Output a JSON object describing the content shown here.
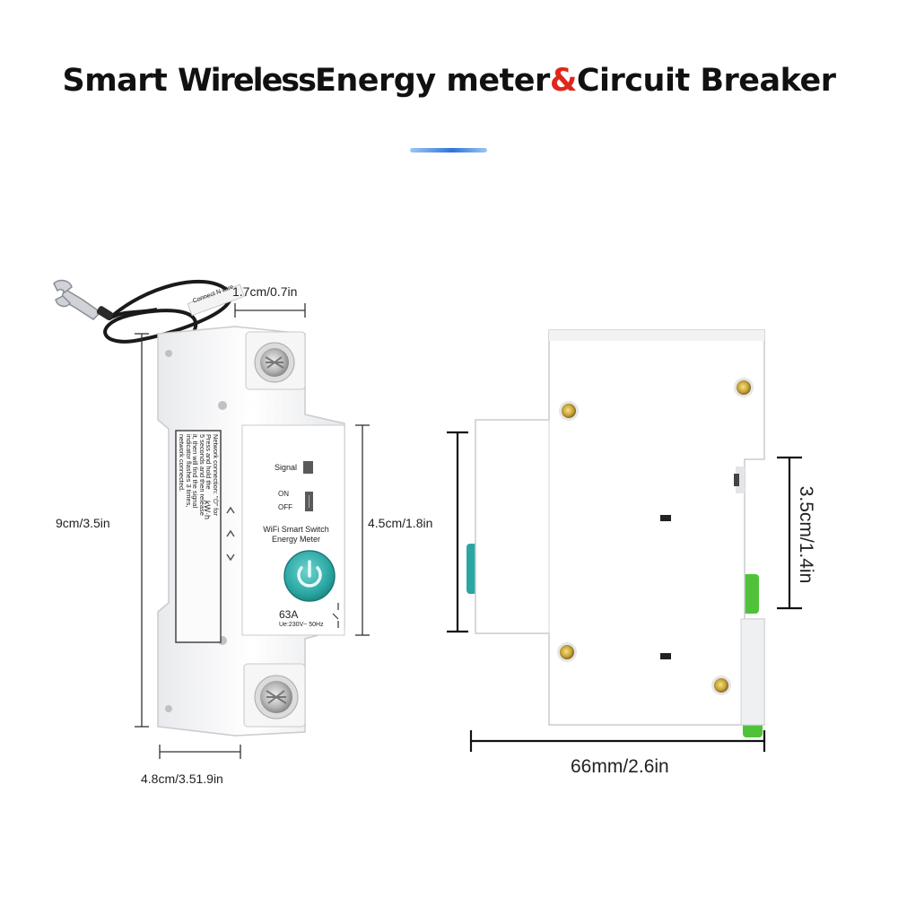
{
  "title": {
    "part1": "Smart ",
    "part2": "Wireless",
    "part3": "Energy meter",
    "amp": "&",
    "part4": "Circuit Breaker"
  },
  "colors": {
    "accent_red": "#e0271b",
    "accent_blue": "#2f74d6",
    "button_teal": "#2aa7a3",
    "terminal_green": "#4fc23a",
    "screw_brass": "#c8a23a"
  },
  "front": {
    "dim_top": "1.7cm/0.7in",
    "dim_height": "9cm/3.5in",
    "dim_panel": "4.5cm/1.8in",
    "dim_bottom": "4.8cm/3.51.9in",
    "wire_tag": "Connect N wire",
    "signal": "Signal",
    "on": "ON",
    "off": "OFF",
    "kwh": "kW·h",
    "model_line1": "WiFi Smart Switch",
    "model_line2": "Energy Meter",
    "rating": "63A",
    "voltage": "Ue:230V~ 50Hz",
    "sticker": [
      "Network connection: \"⏻\" for",
      "Press and hold the",
      "5 seconds and then release",
      "it, then will find the signal",
      "indicator flashes 3 times,",
      "network connected."
    ]
  },
  "side": {
    "dim_depth": "66mm/2.6in",
    "dim_height": "3.5cm/1.4in"
  }
}
